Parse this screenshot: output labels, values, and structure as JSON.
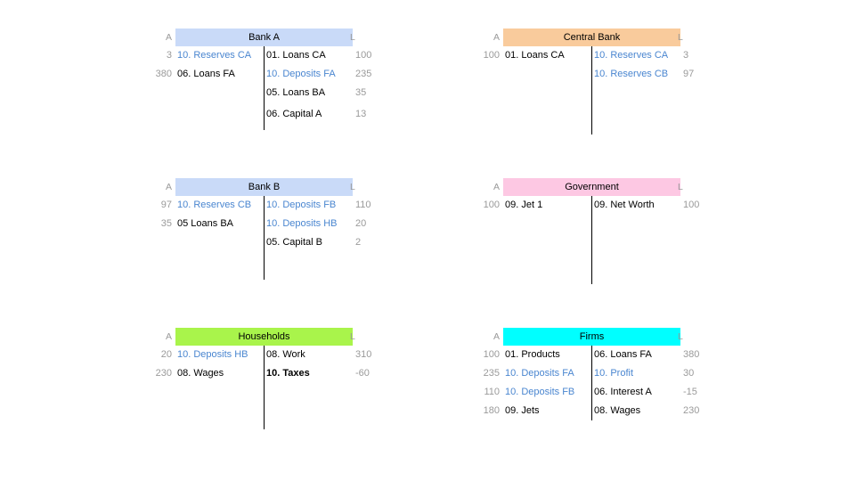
{
  "colors": {
    "bank_a": "#c9daf8",
    "central_bank": "#f9cb9c",
    "bank_b": "#c9daf8",
    "government": "#fdc8e3",
    "households": "#a9f44b",
    "firms": "#00ffff",
    "blue_text": "#4a86d0",
    "grey_text": "#9a9a9a"
  },
  "accounts": [
    {
      "title": "Bank A",
      "a_label": "A",
      "l_label": "L",
      "assets": [
        {
          "value": "3",
          "name": "10. Reserves CA",
          "style": "blue"
        },
        {
          "value": "380",
          "name": "06. Loans FA",
          "style": ""
        }
      ],
      "liabilities": [
        {
          "name": "01. Loans CA",
          "value": "100",
          "style": ""
        },
        {
          "name": "10. Deposits FA",
          "value": "235",
          "style": "blue"
        },
        {
          "name": "05. Loans BA",
          "value": "35",
          "style": ""
        },
        {
          "name": "06. Capital A",
          "value": "13",
          "style": ""
        }
      ]
    },
    {
      "title": "Central Bank",
      "a_label": "A",
      "l_label": "L",
      "assets": [
        {
          "value": "100",
          "name": "01. Loans CA",
          "style": ""
        }
      ],
      "liabilities": [
        {
          "name": "10. Reserves CA",
          "value": "3",
          "style": "blue"
        },
        {
          "name": "10. Reserves CB",
          "value": "97",
          "style": "blue"
        }
      ]
    },
    {
      "title": "Bank B",
      "a_label": "A",
      "l_label": "L",
      "assets": [
        {
          "value": "97",
          "name": "10. Reserves CB",
          "style": "blue"
        },
        {
          "value": "35",
          "name": "05 Loans BA",
          "style": ""
        }
      ],
      "liabilities": [
        {
          "name": "10. Deposits FB",
          "value": "110",
          "style": "blue"
        },
        {
          "name": "10. Deposits HB",
          "value": "20",
          "style": "blue"
        },
        {
          "name": "05. Capital B",
          "value": "2",
          "style": ""
        }
      ]
    },
    {
      "title": "Government",
      "a_label": "A",
      "l_label": "L",
      "assets": [
        {
          "value": "100",
          "name": "09. Jet 1",
          "style": ""
        }
      ],
      "liabilities": [
        {
          "name": "09. Net Worth",
          "value": "100",
          "style": ""
        }
      ]
    },
    {
      "title": "Households",
      "a_label": "A",
      "l_label": "L",
      "assets": [
        {
          "value": "20",
          "name": "10. Deposits HB",
          "style": "blue"
        },
        {
          "value": "230",
          "name": "08. Wages",
          "style": ""
        }
      ],
      "liabilities": [
        {
          "name": "08. Work",
          "value": "310",
          "style": ""
        },
        {
          "name": "10. Taxes",
          "value": "-60",
          "style": "bold"
        }
      ]
    },
    {
      "title": "Firms",
      "a_label": "A",
      "l_label": "L",
      "assets": [
        {
          "value": "100",
          "name": "01. Products",
          "style": ""
        },
        {
          "value": "235",
          "name": "10. Deposits FA",
          "style": "blue"
        },
        {
          "value": "110",
          "name": "10. Deposits FB",
          "style": "blue"
        },
        {
          "value": "180",
          "name": "09. Jets",
          "style": ""
        }
      ],
      "liabilities": [
        {
          "name": "06. Loans FA",
          "value": "380",
          "style": ""
        },
        {
          "name": "10. Profit",
          "value": "30",
          "style": "blue"
        },
        {
          "name": "06. Interest A",
          "value": "-15",
          "style": ""
        },
        {
          "name": "08. Wages",
          "value": "230",
          "style": ""
        }
      ]
    }
  ]
}
